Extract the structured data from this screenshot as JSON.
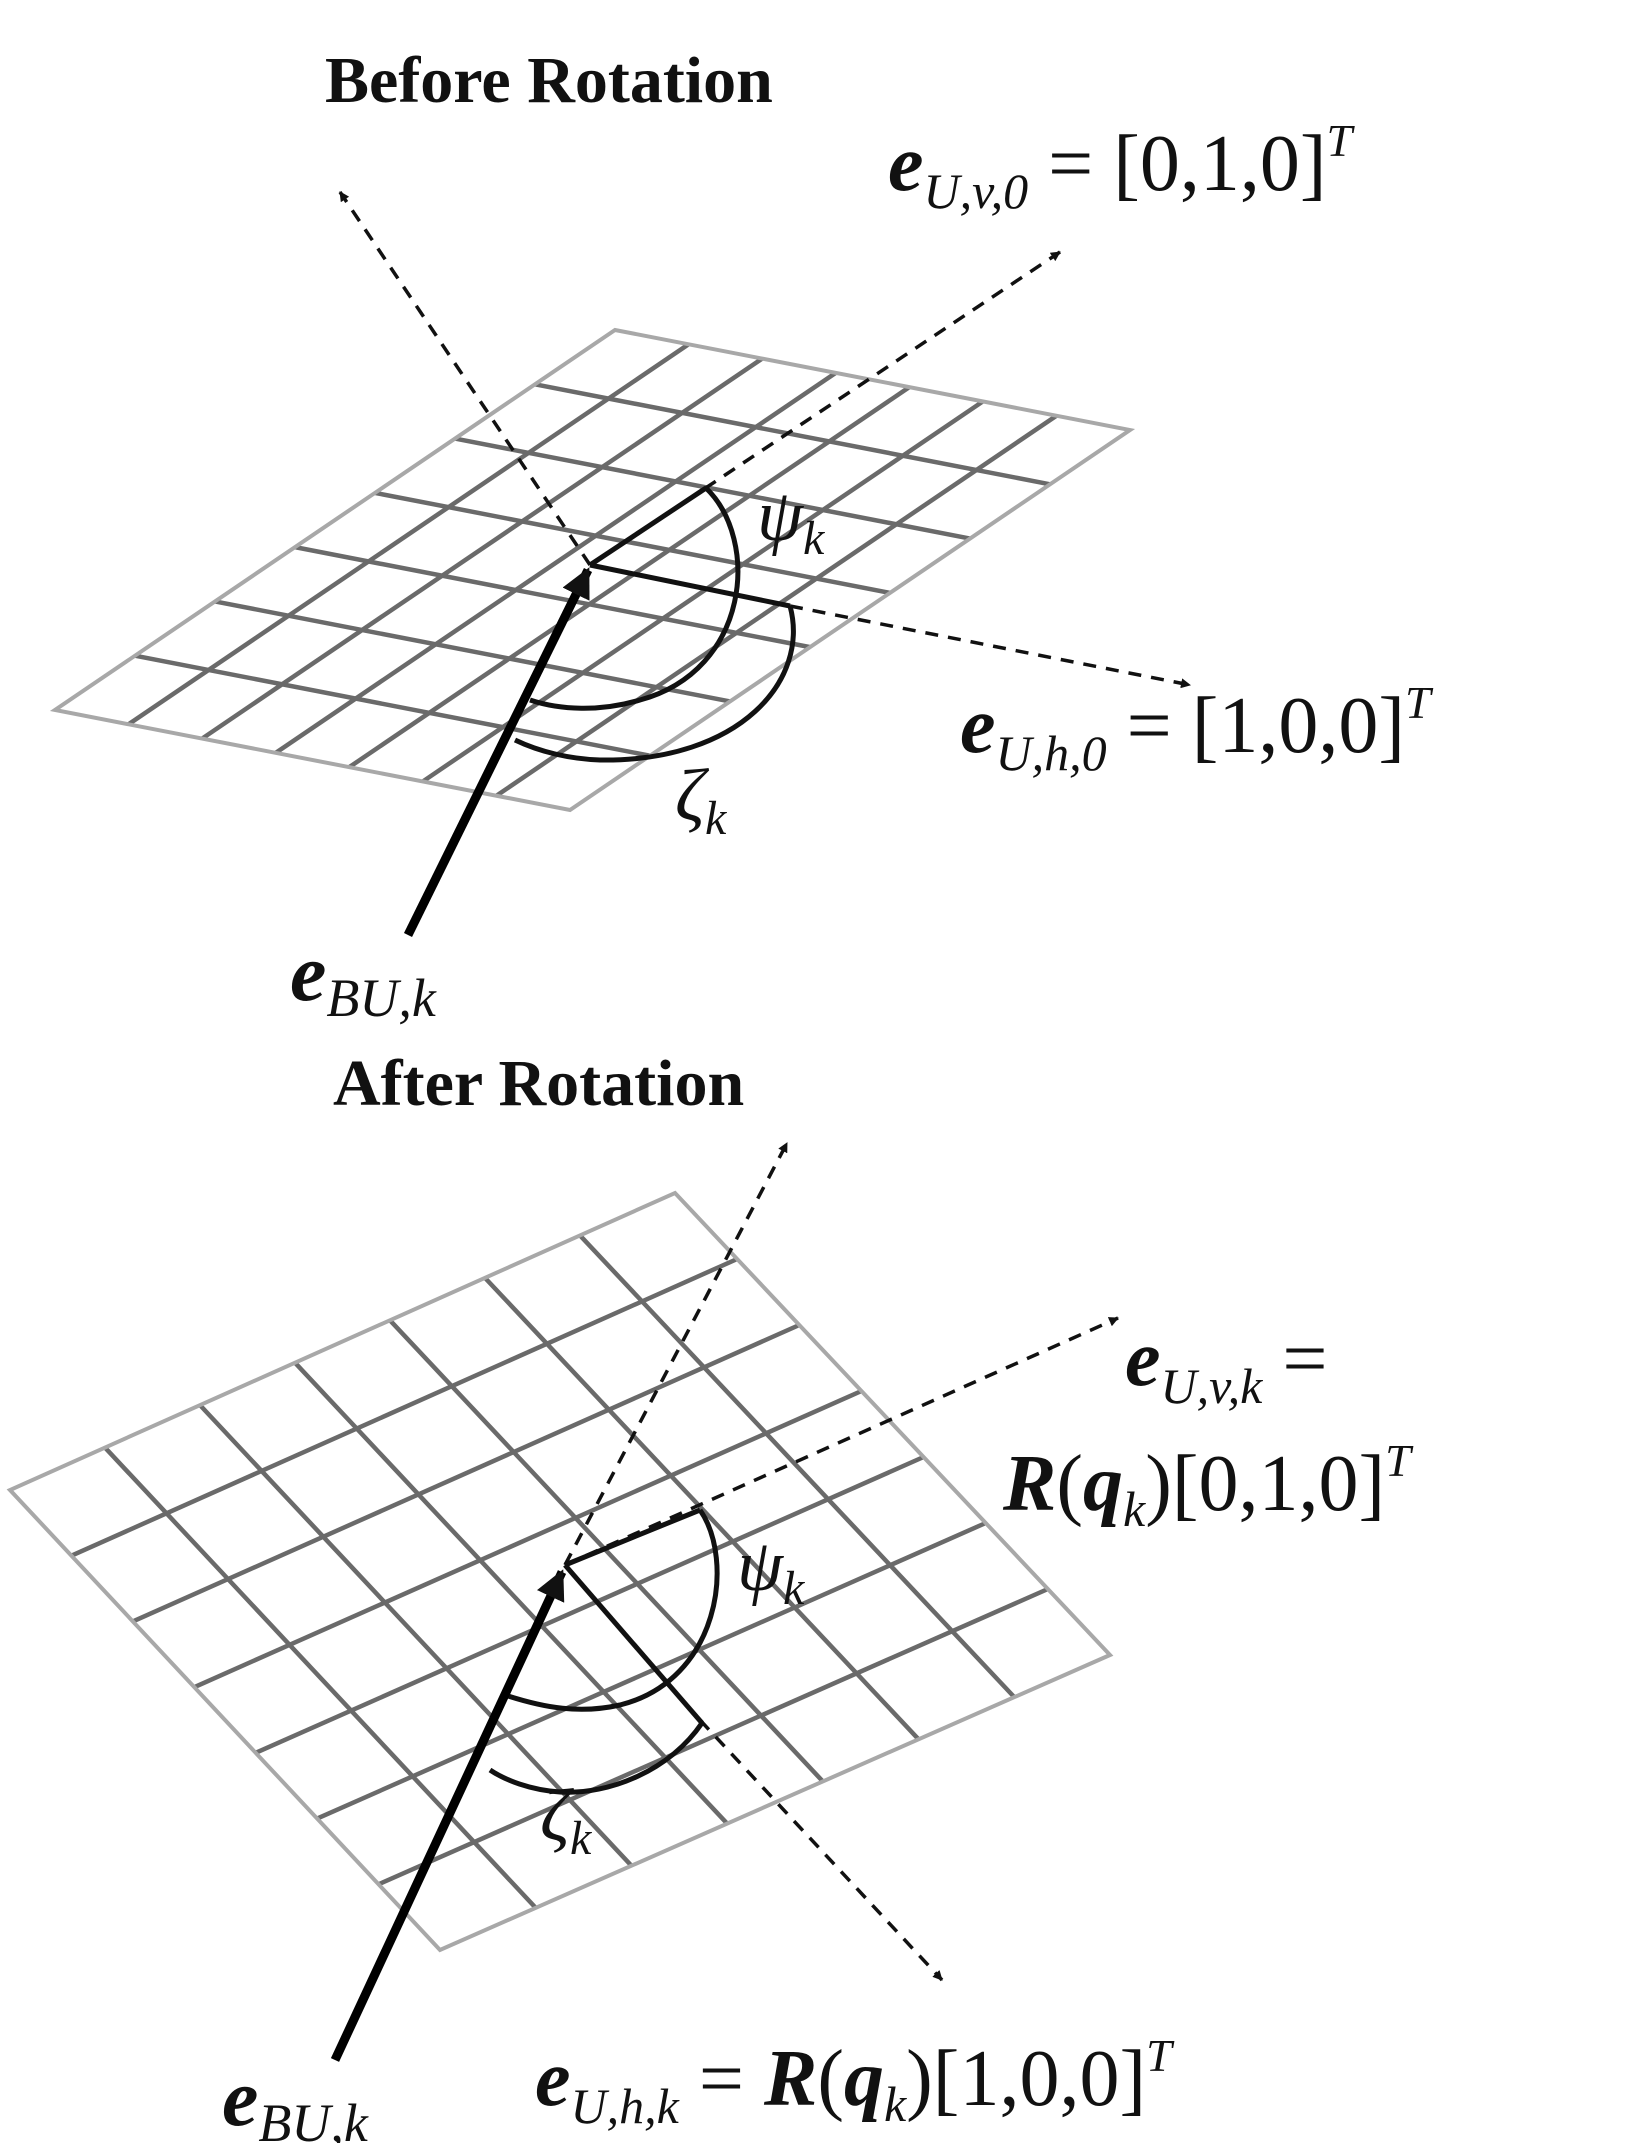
{
  "top_panel": {
    "heading": "Before Rotation",
    "ev_label": {
      "symbol": "e",
      "sub": "U,v,0",
      "eq": " = [0,1,0]",
      "sup": "T"
    },
    "eh_label": {
      "symbol": "e",
      "sub": "U,h,0",
      "eq": " = [1,0,0]",
      "sup": "T"
    },
    "ebu_label": {
      "symbol": "e",
      "sub": "BU,k"
    },
    "psi_label": {
      "symbol": "ψ",
      "sub": "k"
    },
    "zeta_label": {
      "symbol": "ζ",
      "sub": "k"
    }
  },
  "bottom_panel": {
    "heading": "After Rotation",
    "ev_label": {
      "symbol": "e",
      "sub": "U,v,k",
      "eq": " ="
    },
    "ev_label_line2": {
      "R": "R",
      "open": "(",
      "q": "q",
      "qsub": "k",
      "close": ")[0,1,0]",
      "sup": "T"
    },
    "eh_label": {
      "symbol": "e",
      "sub": "U,h,k",
      "eq": " = ",
      "R": "R",
      "open": "(",
      "q": "q",
      "qsub": "k",
      "close": ")[1,0,0]",
      "sup": "T"
    },
    "ebu_label": {
      "symbol": "e",
      "sub": "BU,k"
    },
    "psi_label": {
      "symbol": "ψ",
      "sub": "k"
    },
    "zeta_label": {
      "symbol": "ζ",
      "sub": "k"
    }
  },
  "colors": {
    "grid_outer": "#a8a8a8",
    "grid_inner": "#6a6a6a",
    "ink": "#111111"
  }
}
